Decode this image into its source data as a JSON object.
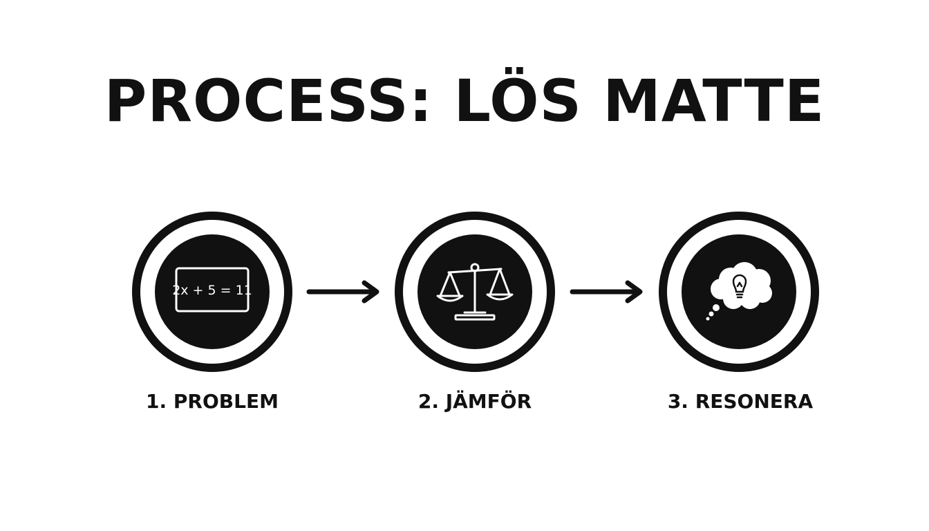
{
  "title": "PROCESS: LÖS MATTE",
  "steps": [
    {
      "label": "1. PROBLEM",
      "icon": "chalkboard-equation-icon",
      "equation": "2x + 5 = 11"
    },
    {
      "label": "2. JÄMFÖR",
      "icon": "balance-scale-icon"
    },
    {
      "label": "3. RESONERA",
      "icon": "thought-bubble-lightbulb-icon"
    }
  ],
  "colors": {
    "foreground": "#111111",
    "background": "#ffffff"
  }
}
